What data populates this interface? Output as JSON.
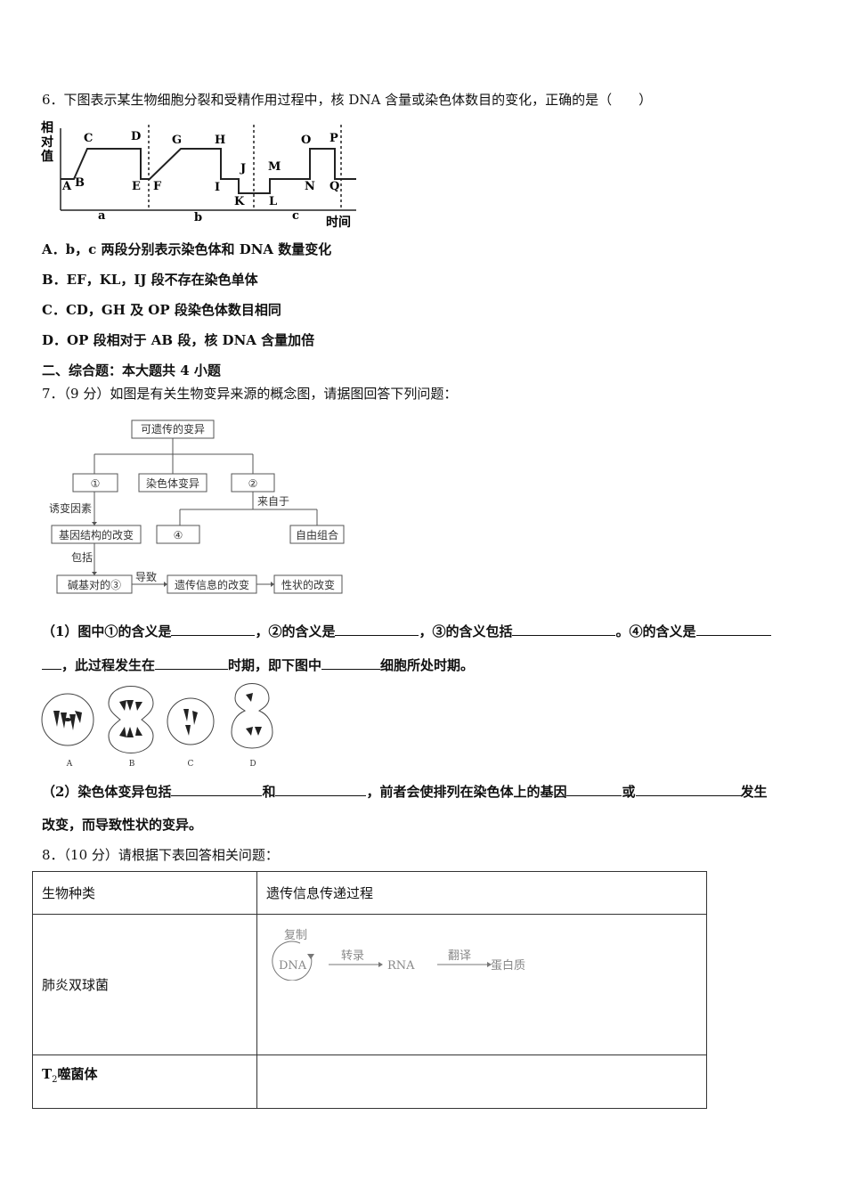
{
  "q6": {
    "stem": "6．下图表示某生物细胞分裂和受精作用过程中，核 DNA 含量或染色体数目的变化，正确的是（　　）",
    "graph": {
      "ylabel_1": "相",
      "ylabel_2": "对",
      "ylabel_3": "值",
      "xlabel": "时间",
      "points": {
        "A": "A",
        "B": "B",
        "C": "C",
        "D": "D",
        "E": "E",
        "F": "F",
        "G": "G",
        "H": "H",
        "I": "I",
        "J": "J",
        "K": "K",
        "L": "L",
        "M": "M",
        "N": "N",
        "O": "O",
        "P": "P",
        "Q": "Q"
      },
      "segments": {
        "a": "a",
        "b": "b",
        "c": "c"
      }
    },
    "options": [
      "A．b，c 两段分别表示染色体和 DNA 数量变化",
      "B．EF，KL，IJ 段不存在染色单体",
      "C．CD，GH 及 OP 段染色体数目相同",
      "D．OP 段相对于 AB 段，核 DNA 含量加倍"
    ]
  },
  "section2": "二、综合题：本大题共 4 小题",
  "q7": {
    "stem": "7．（9 分）如图是有关生物变异来源的概念图，请据图回答下列问题：",
    "concept_map": {
      "root": "可遗传的变异",
      "n1": "①",
      "chrom": "染色体变异",
      "n2": "②",
      "mutagen": "诱变因素",
      "from": "来自于",
      "gene_struct": "基因结构的改变",
      "n4": "④",
      "free_comb": "自由组合",
      "include": "包括",
      "base_pair": "碱基对的③",
      "lead": "导致",
      "info_change": "遗传信息的改变",
      "trait_change": "性状的改变"
    },
    "sub1_a": "（1）图中①的含义是",
    "sub1_b": "，②的含义是",
    "sub1_c": "，③的含义包括",
    "sub1_d": "。④的含义是",
    "sub1_e": "，此过程发生在",
    "sub1_f": "时期，即下图中",
    "sub1_g": "细胞所处时期。",
    "cells": [
      "A",
      "B",
      "C",
      "D"
    ],
    "sub2_a": "（2）染色体变异包括",
    "sub2_b": "和",
    "sub2_c": "，前者会使排列在染色体上的基因",
    "sub2_d": "或",
    "sub2_e": "发生",
    "sub2_f": "改变，而导致性状的变异。"
  },
  "q8": {
    "stem": "8．（10 分）请根据下表回答相关问题：",
    "headers": [
      "生物种类",
      "遗传信息传递过程"
    ],
    "row1_organism": "肺炎双球菌",
    "row2_organism_main": "T",
    "row2_organism_sub": "2",
    "row2_organism_rest": "噬菌体",
    "flow": {
      "replicate": "复制",
      "dna": "DNA",
      "transcribe": "转录",
      "rna": "RNA",
      "translate": "翻译",
      "protein": "蛋白质"
    }
  }
}
